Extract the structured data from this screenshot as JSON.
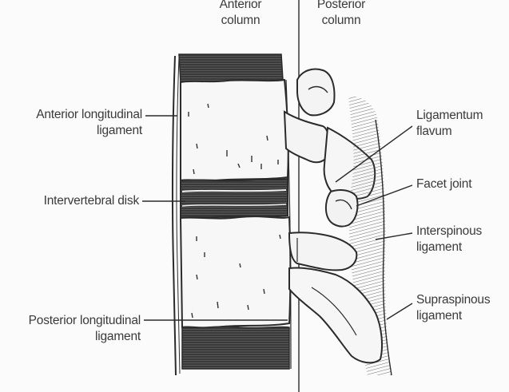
{
  "columns": {
    "anterior": {
      "line1": "Anterior",
      "line2": "column"
    },
    "posterior": {
      "line1": "Posterior",
      "line2": "column"
    }
  },
  "labels_left": {
    "anterior_longitudinal": {
      "line1": "Anterior longitudinal",
      "line2": "ligament"
    },
    "intervertebral_disk": {
      "line1": "Intervertebral disk"
    },
    "posterior_longitudinal": {
      "line1": "Posterior longitudinal",
      "line2": "ligament"
    }
  },
  "labels_right": {
    "ligamentum_flavum": {
      "line1": "Ligamentum",
      "line2": "flavum"
    },
    "facet_joint": {
      "line1": "Facet joint"
    },
    "interspinous": {
      "line1": "Interspinous",
      "line2": "ligament"
    },
    "supraspinous": {
      "line1": "Supraspinous",
      "line2": "ligament"
    }
  },
  "colors": {
    "ink": "#2b2b2b",
    "label_text": "#3a3a3a",
    "background": "#fbfbfb",
    "disk_fill": "#3c3c3c"
  }
}
